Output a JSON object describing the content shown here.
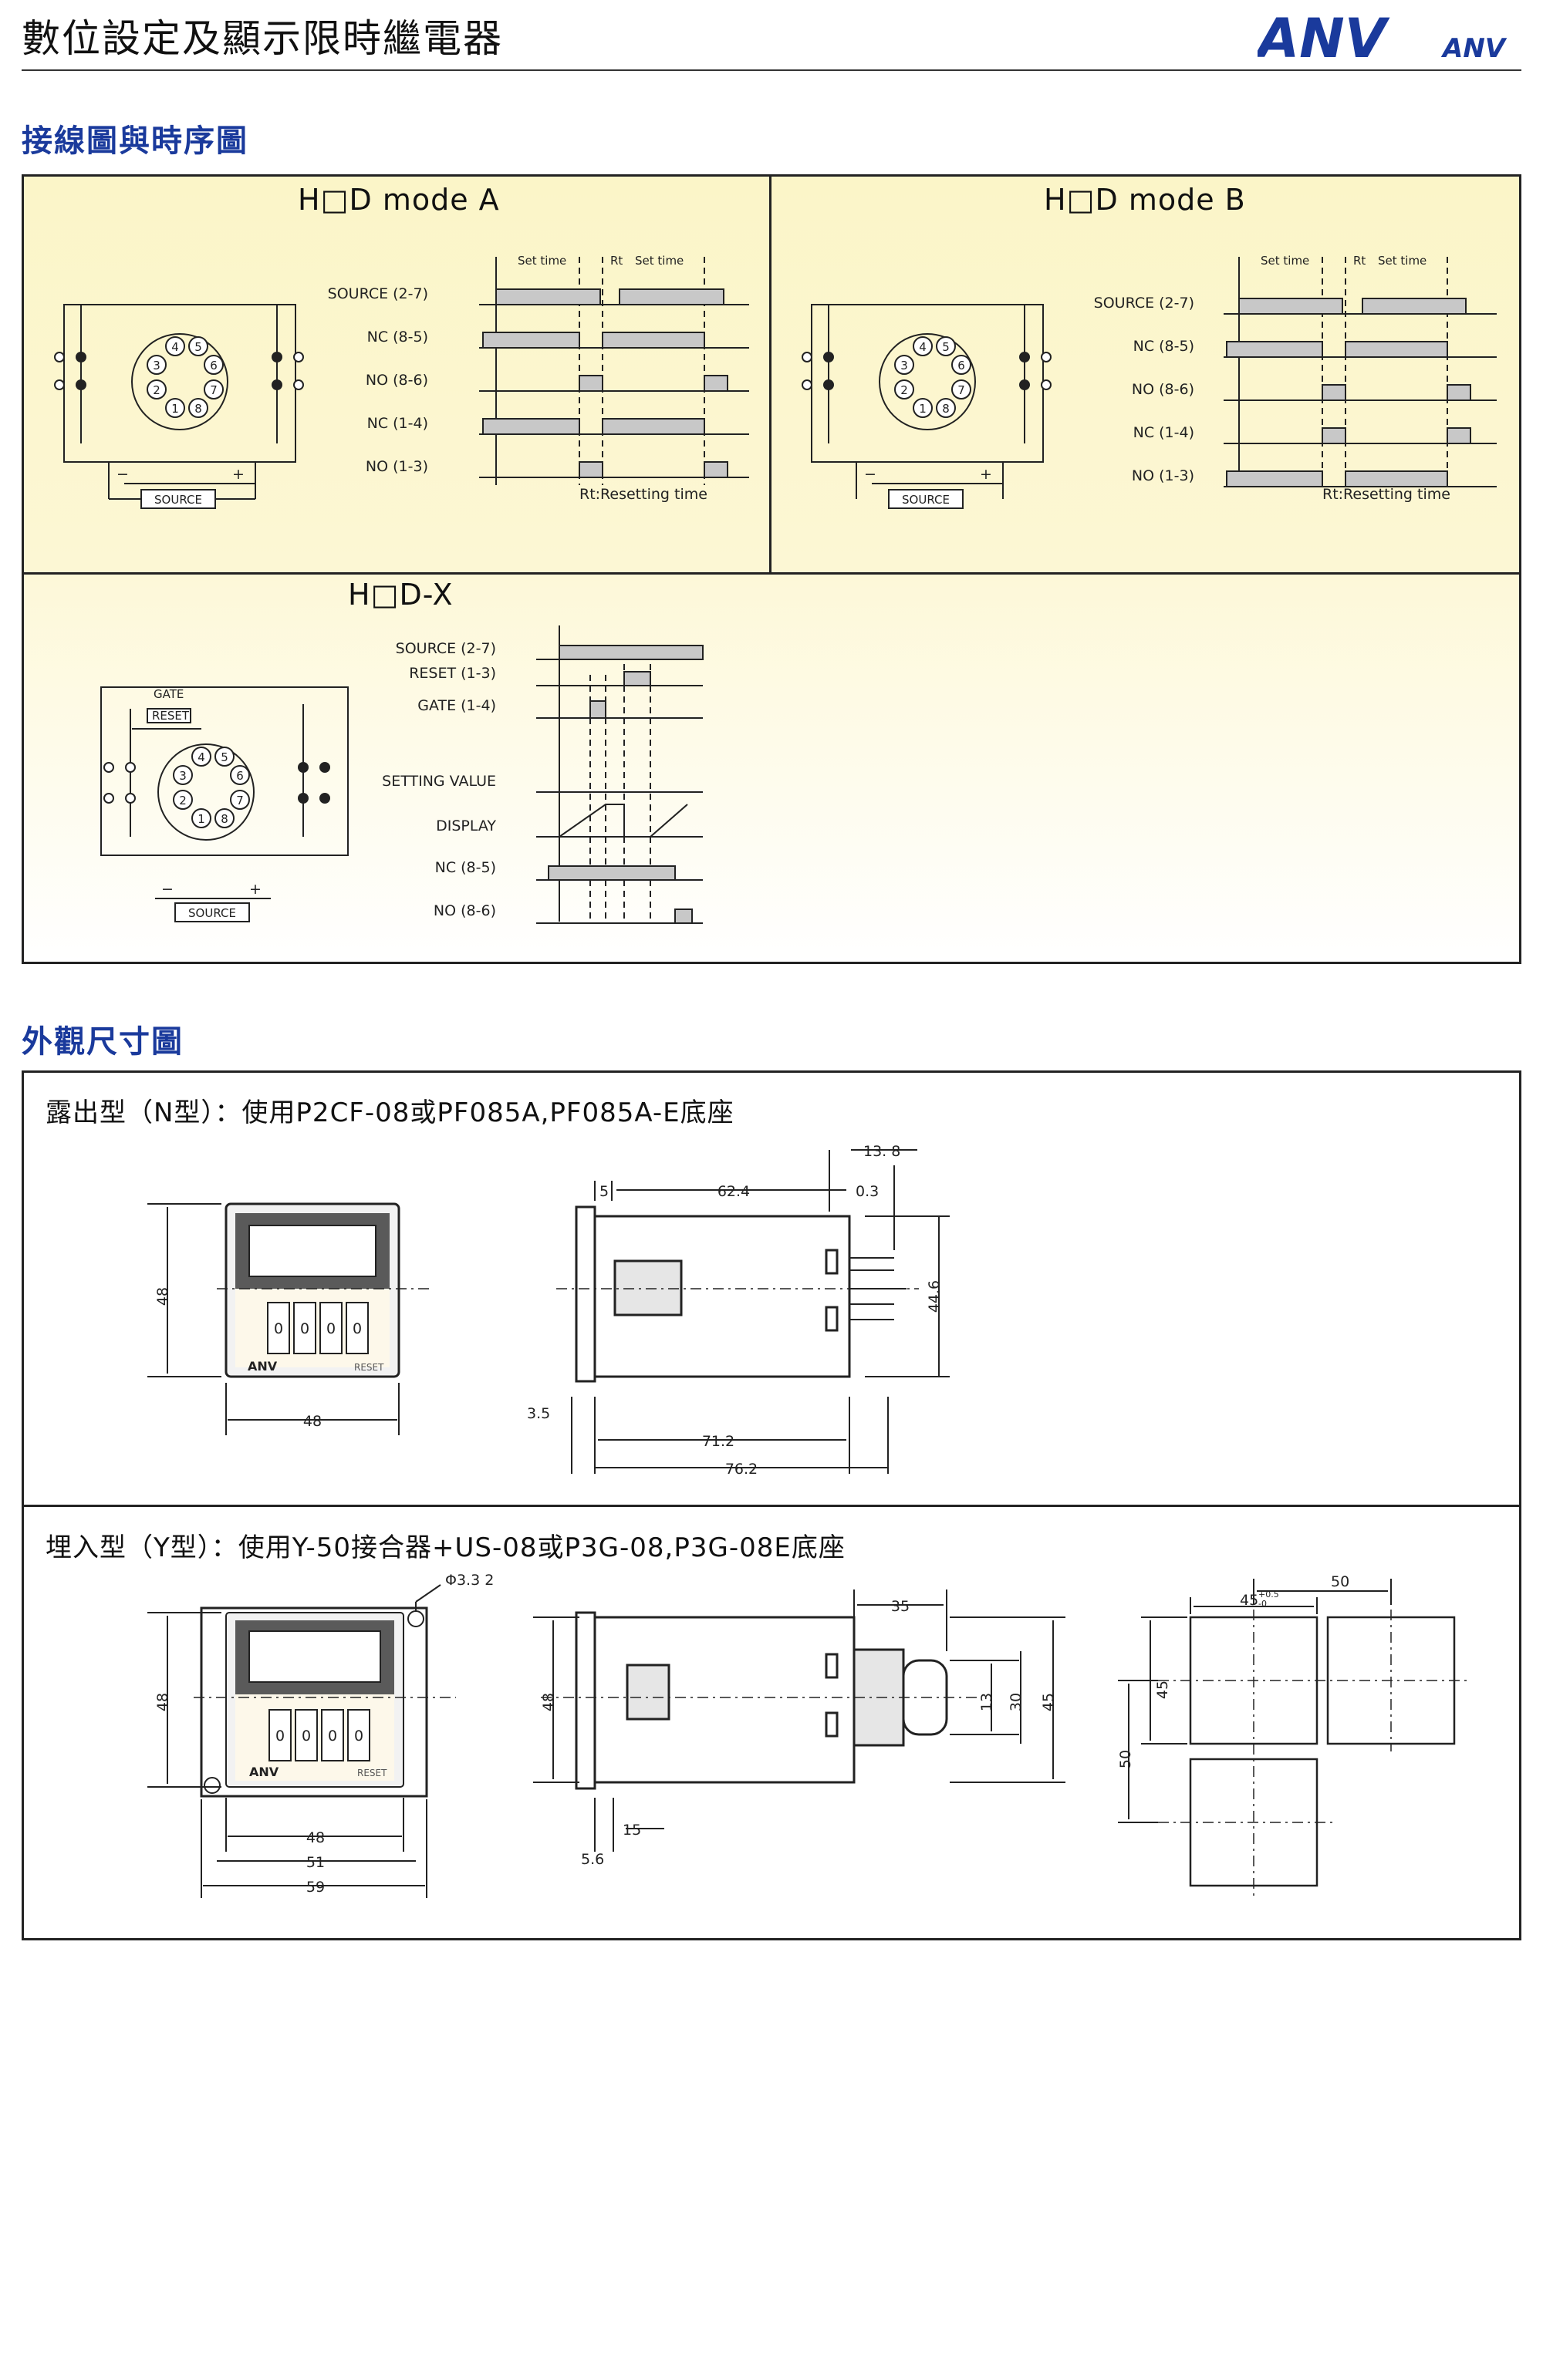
{
  "header": {
    "title": "數位設定及顯示限時繼電器",
    "logo_main": "ANV",
    "logo_small": "ANV"
  },
  "sections": {
    "wiring_title": "接線圖與時序圖",
    "dimension_title": "外觀尺寸圖"
  },
  "wiring": {
    "mode_a": {
      "title": "H□D mode A",
      "signals": [
        "SOURCE (2-7)",
        "NC (8-5)",
        "NO (8-6)",
        "NC (1-4)",
        "NO (1-3)"
      ],
      "set_time": "Set time",
      "rt": "Rt",
      "footnote": "Rt:Resetting time"
    },
    "mode_b": {
      "title": "H□D mode B",
      "signals": [
        "SOURCE (2-7)",
        "NC (8-5)",
        "NO (8-6)",
        "NC (1-4)",
        "NO (1-3)"
      ],
      "set_time": "Set time",
      "rt": "Rt",
      "footnote": "Rt:Resetting time"
    },
    "mode_x": {
      "title": "H□D-X",
      "signals": [
        "SOURCE (2-7)",
        "RESET (1-3)",
        "GATE (1-4)",
        "SETTING VALUE",
        "DISPLAY",
        "NC (8-5)",
        "NO (8-6)"
      ],
      "gate": "GATE",
      "reset": "RESET"
    },
    "source_label": "SOURCE",
    "minus": "−",
    "plus": "+",
    "pins": [
      "1",
      "2",
      "3",
      "4",
      "5",
      "6",
      "7",
      "8"
    ]
  },
  "dimensions": {
    "n_type": {
      "title": "露出型（N型）：使用P2CF-08或PF085A,PF085A-E底座",
      "front": {
        "height": "48",
        "width": "48",
        "brand": "ANV",
        "reset": "RESET",
        "digits": [
          "0",
          "0",
          "0",
          "0"
        ]
      },
      "side": {
        "d_5": "5",
        "d_62_4": "62.4",
        "d_13_8": "13. 8",
        "d_0_3": "0.3",
        "d_44_6": "44.6",
        "d_3_5": "3.5",
        "d_71_2": "71.2",
        "d_76_2": "76.2"
      }
    },
    "y_type": {
      "title": "埋入型（Y型）：使用Y-50接合器+US-08或P3G-08,P3G-08E底座",
      "front": {
        "height": "48",
        "w48": "48",
        "w51": "51",
        "w59": "59",
        "hole": "Φ3.3  2",
        "brand": "ANV",
        "reset": "RESET",
        "digits": [
          "0",
          "0",
          "0",
          "0"
        ]
      },
      "side": {
        "d_48": "48",
        "d_35": "35",
        "d_13": "13",
        "d_30": "30",
        "d_45": "45",
        "d_15": "15",
        "d_5_6": "5.6"
      },
      "cutout": {
        "d_50": "50",
        "d_45_top": "45",
        "tol_plus": "+0.5",
        "tol_minus": "-0",
        "d_45_side": "45",
        "d_50_side": "50"
      }
    }
  },
  "colors": {
    "accent": "#1a3a9c",
    "panel_bg": "#fbf5c8",
    "line": "#222222"
  }
}
